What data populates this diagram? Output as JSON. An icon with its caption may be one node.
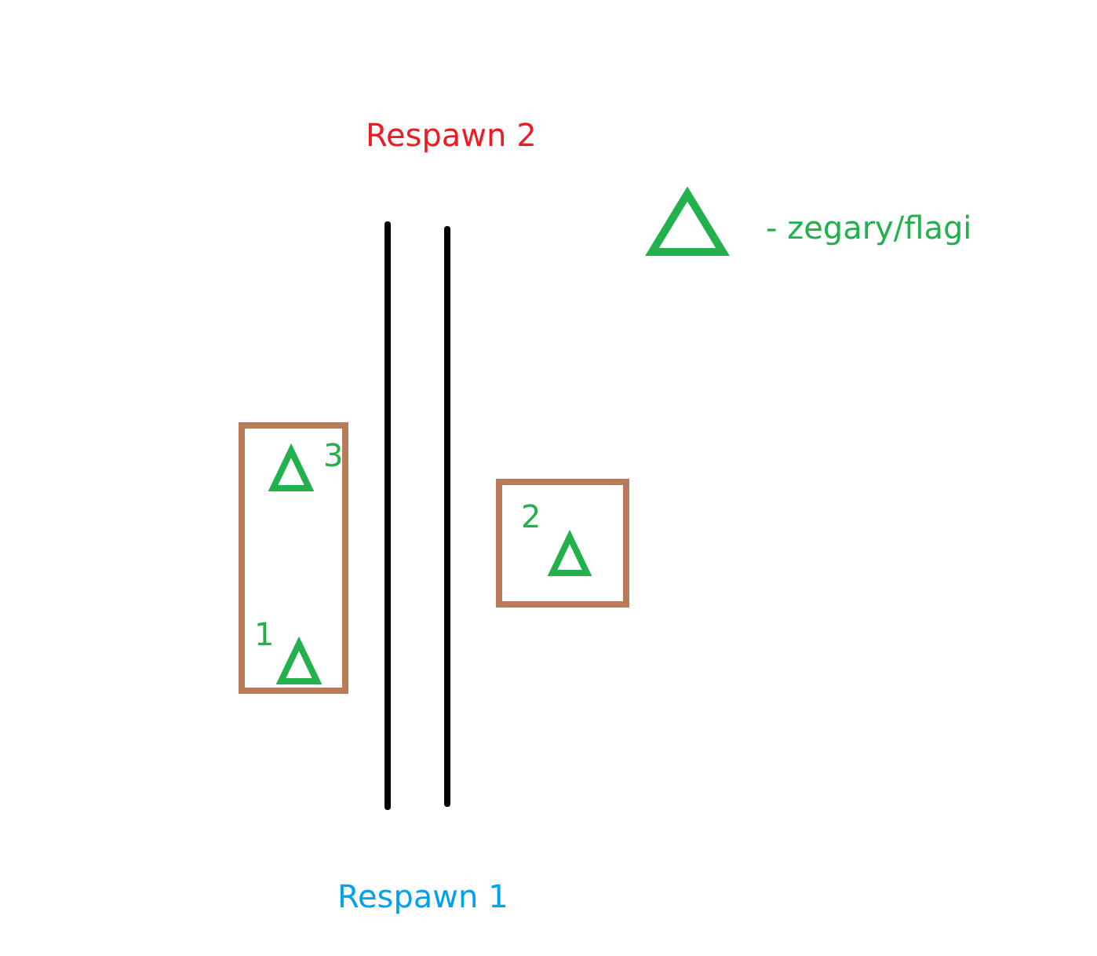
{
  "diagram": {
    "nodes": [
      {
        "text": [],
        "shape": "box"
      },
      {
        "text": [],
        "shape": "triangle",
        "beside": [
          "3"
        ],
        "in": 0
      },
      {
        "text": [],
        "shape": "triangle",
        "beside": [
          "1"
        ],
        "in": 0
      },
      {
        "text": [],
        "shape": "box"
      },
      {
        "text": [],
        "shape": "triangle",
        "beside": [
          "2"
        ],
        "in": 3
      }
    ],
    "labels": [
      "Respawn 2",
      "Respawn 1"
    ],
    "legend": [
      {
        "text": "- zegary/flagi"
      }
    ]
  }
}
